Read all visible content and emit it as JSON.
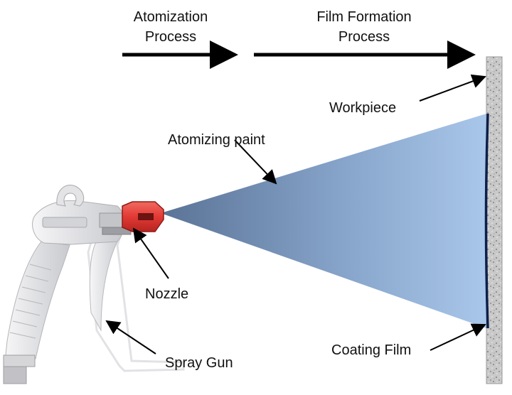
{
  "headers": {
    "atomization": {
      "line1": "Atomization",
      "line2": "Process"
    },
    "film_formation": {
      "line1": "Film Formation",
      "line2": "Process"
    }
  },
  "labels": {
    "workpiece": "Workpiece",
    "atomizing_paint": "Atomizing paint",
    "nozzle": "Nozzle",
    "spray_gun": "Spray Gun",
    "coating_film": "Coating Film"
  },
  "colors": {
    "spray_dark": "#5a7396",
    "spray_light": "#a9c7ea",
    "nozzle_red": "#e23a35",
    "coating_film": "#0d1f4a",
    "workpiece_gray": "#c7c7c7",
    "gun_body": "#e9e9ea"
  }
}
